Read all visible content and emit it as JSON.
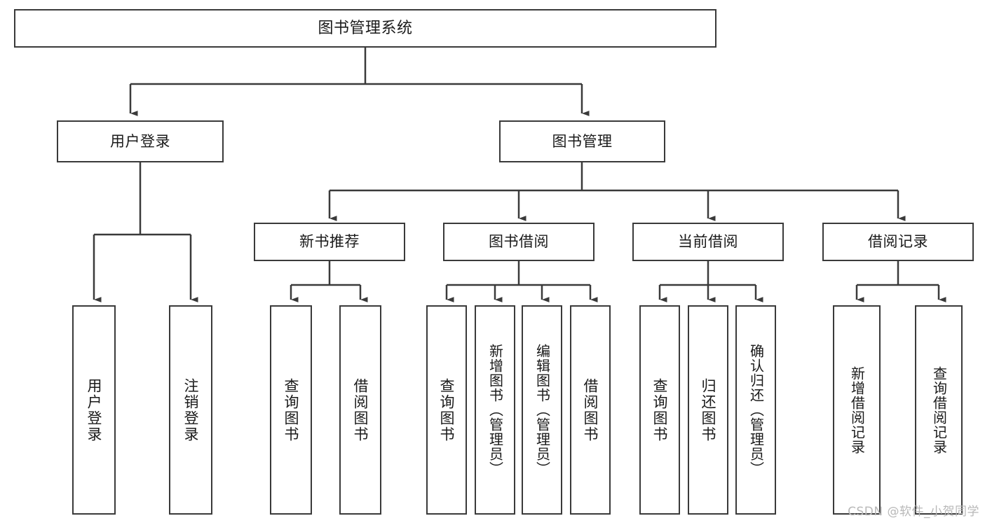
{
  "diagram": {
    "title": "图书管理系统",
    "type": "tree",
    "root": {
      "label": "图书管理系统"
    },
    "level2": [
      {
        "label": "用户登录"
      },
      {
        "label": "图书管理"
      }
    ],
    "level3": [
      {
        "label": "新书推荐"
      },
      {
        "label": "图书借阅"
      },
      {
        "label": "当前借阅"
      },
      {
        "label": "借阅记录"
      }
    ],
    "leaves": {
      "user_login": [
        {
          "label": "用户登录"
        },
        {
          "label": "注销登录"
        }
      ],
      "new_book_recommend": [
        {
          "label": "查询图书"
        },
        {
          "label": "借阅图书"
        }
      ],
      "book_borrow": [
        {
          "label": "查询图书"
        },
        {
          "label": "新增图书（管理员）"
        },
        {
          "label": "编辑图书（管理员）"
        },
        {
          "label": "借阅图书"
        }
      ],
      "current_borrow": [
        {
          "label": "查询图书"
        },
        {
          "label": "归还图书"
        },
        {
          "label": "确认归还（管理员）"
        }
      ],
      "borrow_record": [
        {
          "label": "新增借阅记录"
        },
        {
          "label": "查询借阅记录"
        }
      ]
    }
  },
  "watermark": {
    "text": "CSDN @软件_小贺同学"
  },
  "colors": {
    "stroke": "#3a3a3a",
    "box_fill": "#ffffff",
    "text": "#1a1a1a",
    "watermark": "#b8b8b8",
    "background": "#ffffff"
  }
}
